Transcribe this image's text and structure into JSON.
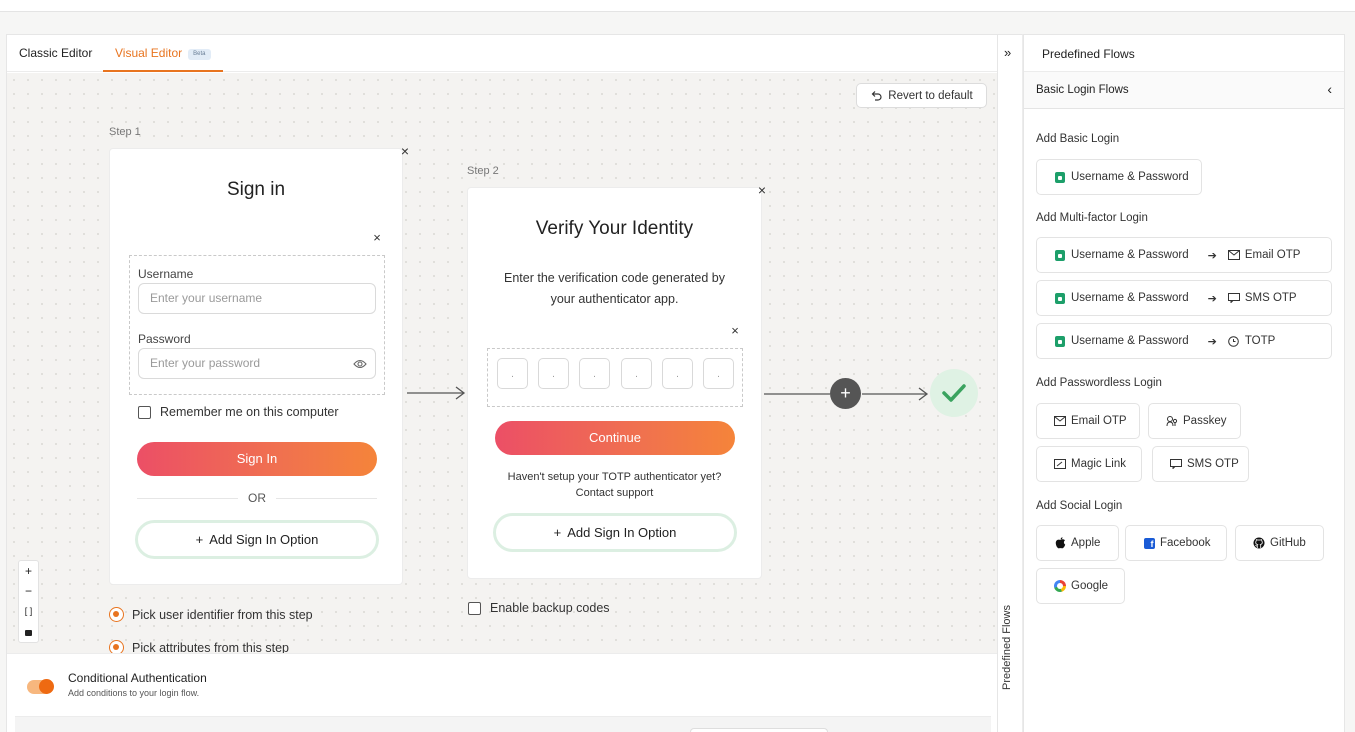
{
  "editor": {
    "tabs": [
      {
        "label": "Classic Editor",
        "active": false
      },
      {
        "label": "Visual Editor",
        "active": true,
        "badge": "Beta"
      }
    ],
    "revert_label": "Revert to default"
  },
  "step1": {
    "label": "Step 1",
    "title": "Sign in",
    "username_label": "Username",
    "username_placeholder": "Enter your username",
    "password_label": "Password",
    "password_placeholder": "Enter your password",
    "remember_label": "Remember me on this computer",
    "signin_button": "Sign In",
    "or_text": "OR",
    "add_option": "Add Sign In Option",
    "options": [
      {
        "label": "Pick user identifier from this step",
        "checked": true
      },
      {
        "label": "Pick attributes from this step",
        "checked": true
      }
    ]
  },
  "step2": {
    "label": "Step 2",
    "title": "Verify Your Identity",
    "description_line1": "Enter the verification code generated by",
    "description_line2": "your authenticator app.",
    "otp_digits": [
      ".",
      ".",
      ".",
      ".",
      ".",
      "."
    ],
    "continue_button": "Continue",
    "help_line1": "Haven't setup your TOTP authenticator yet?",
    "help_line2": "Contact support",
    "add_option": "Add Sign In Option",
    "backup_codes_label": "Enable backup codes"
  },
  "zoom_controls": {
    "zoom_in": "+",
    "zoom_out": "−",
    "fit": "⛶",
    "lock": "🔒"
  },
  "conditional": {
    "title": "Conditional Authentication",
    "subtitle": "Add conditions to your login flow.",
    "enabled": true
  },
  "sidebar": {
    "vertical_label": "Predefined Flows",
    "title": "Predefined Flows",
    "subtitle": "Basic Login Flows",
    "sections": {
      "basic": {
        "title": "Add Basic Login",
        "items": [
          {
            "label": "Username & Password"
          }
        ]
      },
      "mfa": {
        "title": "Add Multi-factor Login",
        "items": [
          {
            "first": "Username & Password",
            "second": "Email OTP"
          },
          {
            "first": "Username & Password",
            "second": "SMS OTP"
          },
          {
            "first": "Username & Password",
            "second": "TOTP"
          }
        ]
      },
      "passwordless": {
        "title": "Add Passwordless Login",
        "items": [
          {
            "label": "Email OTP"
          },
          {
            "label": "Passkey"
          },
          {
            "label": "Magic Link"
          },
          {
            "label": "SMS OTP"
          }
        ]
      },
      "social": {
        "title": "Add Social Login",
        "items": [
          {
            "label": "Apple"
          },
          {
            "label": "Facebook"
          },
          {
            "label": "GitHub"
          },
          {
            "label": "Google"
          }
        ]
      }
    }
  },
  "colors": {
    "accent": "#e8741f",
    "success": "#3aa35f",
    "lock": "#1d9f6a"
  }
}
